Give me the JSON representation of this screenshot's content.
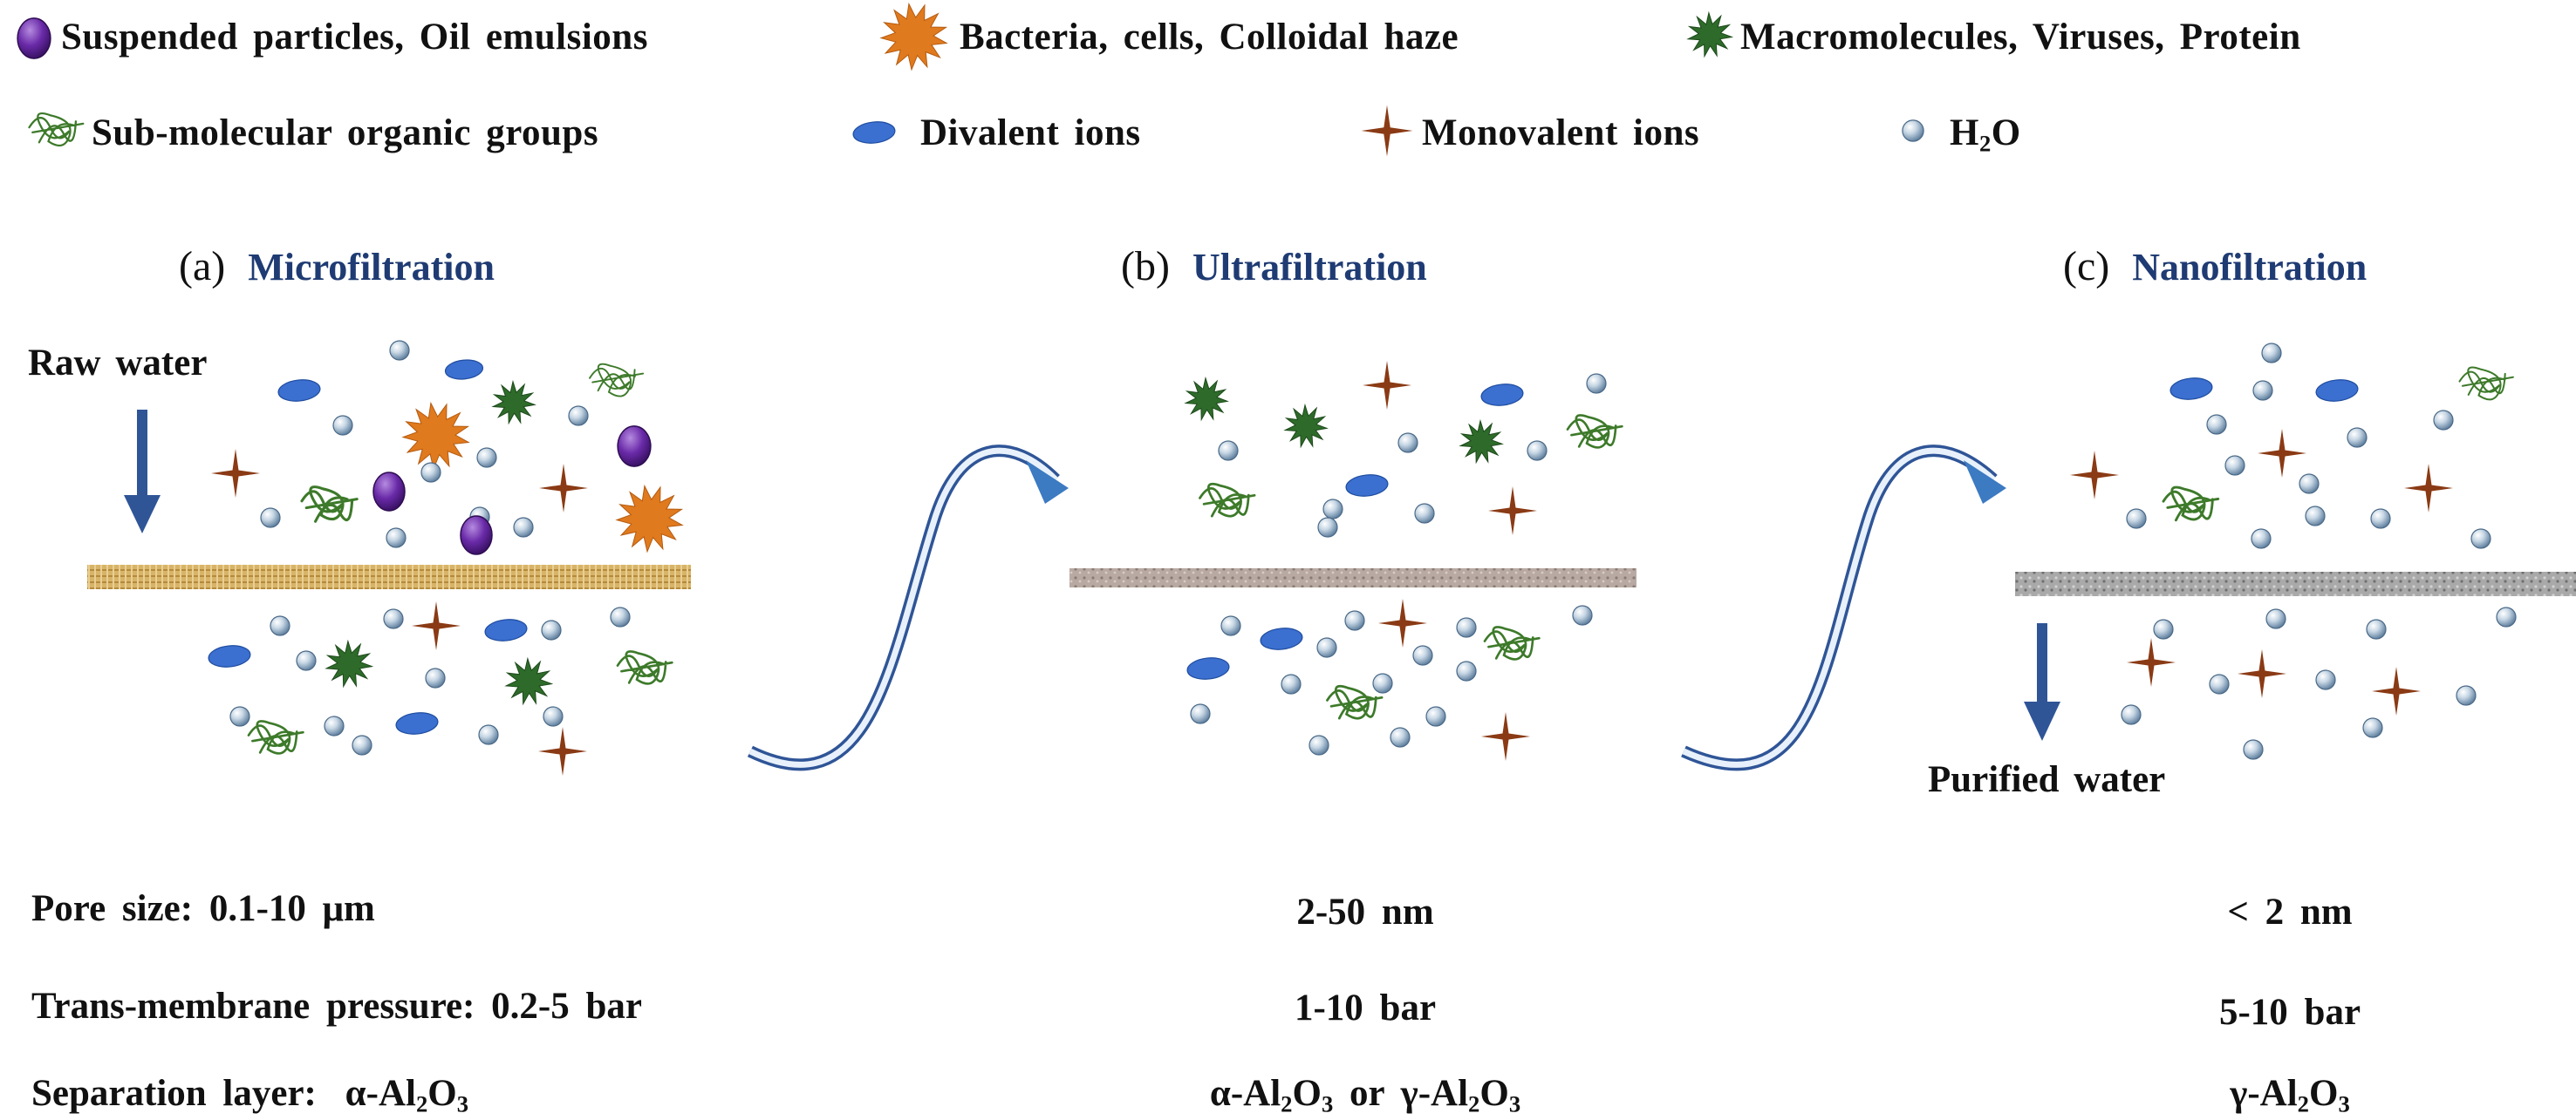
{
  "legend": [
    {
      "icon": "suspended-particle-icon",
      "label": "Suspended particles, Oil emulsions"
    },
    {
      "icon": "bacteria-icon",
      "label": "Bacteria, cells, Colloidal haze"
    },
    {
      "icon": "macromolecule-icon",
      "label": "Macromolecules, Viruses, Protein"
    },
    {
      "icon": "organic-group-icon",
      "label": "Sub-molecular organic groups"
    },
    {
      "icon": "divalent-ion-icon",
      "label": "Divalent ions"
    },
    {
      "icon": "monovalent-ion-icon",
      "label": "Monovalent ions"
    },
    {
      "icon": "water-molecule-icon",
      "label_main": "H",
      "label_sub": "2",
      "label_tail": "O"
    }
  ],
  "panels": [
    {
      "letter": "(a)",
      "name": "Microfiltration"
    },
    {
      "letter": "(b)",
      "name": "Ultrafiltration"
    },
    {
      "letter": "(c)",
      "name": "Nanofiltration"
    }
  ],
  "labels": {
    "raw_water": "Raw water",
    "purified_water": "Purified water"
  },
  "properties": {
    "pore_size": {
      "label": "Pore size:",
      "a": "0.1-10 μm",
      "b": "2-50 nm",
      "c": "< 2 nm"
    },
    "pressure": {
      "label": "Trans-membrane pressure:",
      "a": "0.2-5 bar",
      "b": "1-10 bar",
      "c": "5-10 bar"
    },
    "separation_layer": {
      "label": "Separation layer:",
      "a": {
        "pre": "α-Al",
        "sub1": "2",
        "mid": "O",
        "sub2": "3"
      },
      "b": {
        "pre": "α-Al",
        "sub1": "2",
        "mid": "O",
        "sub2": "3",
        "or": "or",
        "pre2": "γ-Al",
        "sub3": "2",
        "mid2": "O",
        "sub4": "3"
      },
      "c": {
        "pre": "γ-Al",
        "sub1": "2",
        "mid": "O",
        "sub2": "3"
      }
    }
  },
  "colors": {
    "particle": "#6a2aa8",
    "bacteria": "#e07a1e",
    "macromolecule": "#2e6b2a",
    "organic": "#3d7a2a",
    "divalent": "#3b6fd0",
    "monovalent": "#8a3a14",
    "water": "#9bb2c8",
    "arrow": "#2f5597",
    "panel_title": "#1f3b73"
  }
}
